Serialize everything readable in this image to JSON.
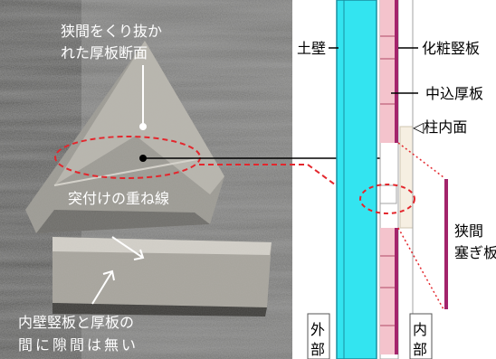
{
  "photo_labels": {
    "cutout_section_line1": "狭間をくり抜か",
    "cutout_section_line2": "れた厚板断面",
    "butt_joint_overlap_line": "突付けの重ね線",
    "no_gap_note_line1": "内壁竪板と厚板の",
    "no_gap_note_line2": "間に隙間は無い"
  },
  "diagram_labels": {
    "earth_wall": "土壁",
    "decorative_vertical_board": "化粧竪板",
    "middle_thick_board": "中込厚板",
    "pillar_inner_face": "◁柱内面",
    "loophole_cover_line1": "狭間",
    "loophole_cover_line2": "塞ぎ板",
    "exterior_char1": "外",
    "exterior_char2": "部",
    "interior_char1": "内",
    "interior_char2": "部"
  },
  "colors": {
    "earth_wall_fill": "#33e4f0",
    "board_pink": "#f4c3cc",
    "board_magenta": "#a3246b",
    "pillar_cream": "#f6efe2",
    "callout_red": "#e3272d"
  }
}
